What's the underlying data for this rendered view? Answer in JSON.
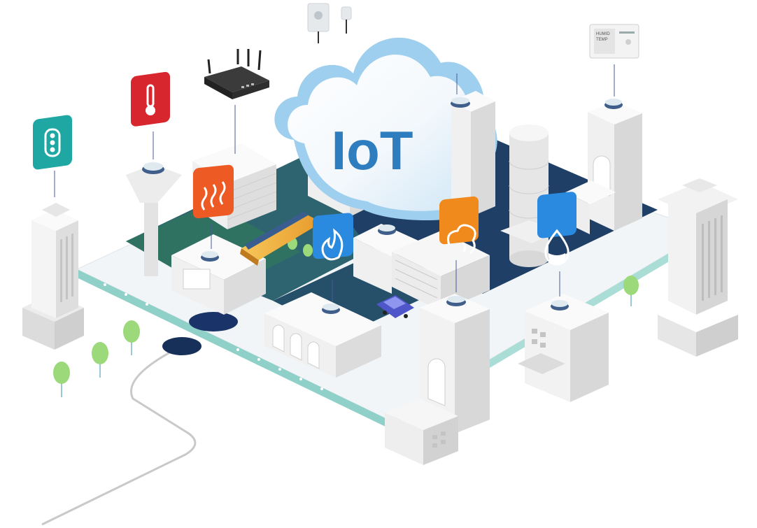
{
  "cloud": {
    "label": "IoT"
  },
  "sensor_panel": {
    "text_lines": [
      "HUMID",
      "TEMP"
    ]
  },
  "icons": [
    {
      "name": "traffic-light-icon",
      "color": "#1fa7a3"
    },
    {
      "name": "thermometer-icon",
      "color": "#d8262f"
    },
    {
      "name": "heat-icon",
      "color": "#ee5a24"
    },
    {
      "name": "flame-icon",
      "color": "#2a8ae0"
    },
    {
      "name": "gas-icon",
      "color": "#f08a1c"
    },
    {
      "name": "water-drop-icon",
      "color": "#2a8ae0"
    }
  ],
  "colors": {
    "platform": "#e8eef2",
    "ground_dark": "#1f3f66",
    "ground_teal": "#2d6470",
    "ground_green": "#2f7262",
    "rim": "#8fd0c8",
    "cloud": "#9ecfee",
    "building": "#ececec"
  }
}
